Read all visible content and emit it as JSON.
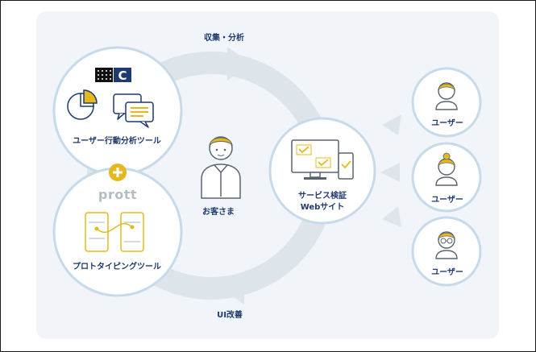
{
  "cycle": {
    "top_label": "収集・分析",
    "bottom_label": "UI改善"
  },
  "tools": {
    "behavior_label": "ユーザー行動分析ツール",
    "prototype_label": "プロトタイピングツール",
    "prott_logo": "prott",
    "logo_letter": "C",
    "plus_symbol": "+"
  },
  "customer": {
    "label": "お客さま"
  },
  "site": {
    "line1": "サービス検証",
    "line2": "Webサイト"
  },
  "users": [
    {
      "label": "ユーザー",
      "icon": "man-user-icon"
    },
    {
      "label": "ユーザー",
      "icon": "woman-user-icon"
    },
    {
      "label": "ユーザー",
      "icon": "glasses-user-icon"
    }
  ],
  "colors": {
    "navy": "#1e3a6e",
    "accent": "#e5b81f",
    "circle_border": "#c7daea",
    "panel": "#f1f5f9",
    "arc": "#dde4ea",
    "icon_gray": "#5a6470"
  }
}
